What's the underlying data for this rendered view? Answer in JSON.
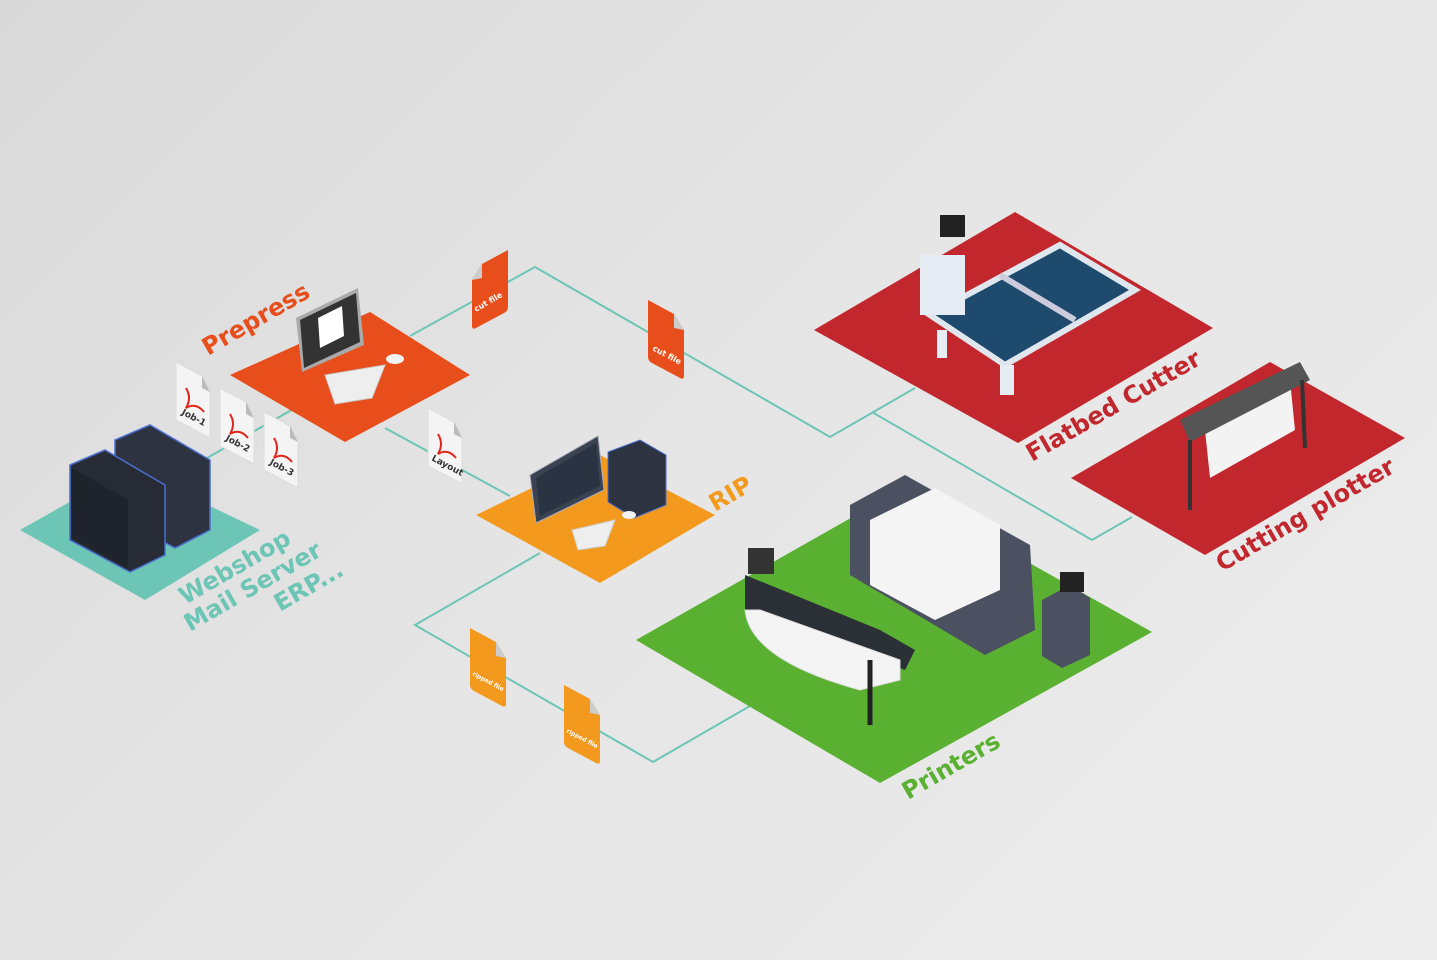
{
  "colors": {
    "server": "#6CC5B5",
    "prepress": "#E84E1B",
    "rip": "#F39A1E",
    "printers": "#5AB031",
    "cutters": "#C1272D",
    "line": "#6CC5B5"
  },
  "stations": {
    "server": {
      "lines": [
        "Webshop",
        "Mail Server",
        "ERP..."
      ]
    },
    "prepress": {
      "label": "Prepress"
    },
    "rip": {
      "label": "RIP"
    },
    "flatbed": {
      "label": "Flatbed Cutter"
    },
    "plotter": {
      "label": "Cutting plotter"
    },
    "printers": {
      "label": "Printers"
    }
  },
  "files": {
    "jobs": [
      "Job-1",
      "Job-2",
      "Job-3"
    ],
    "layout": "Layout",
    "cut": [
      "cut file",
      "cut file"
    ],
    "ripped": [
      "ripped file",
      "ripped file"
    ]
  }
}
